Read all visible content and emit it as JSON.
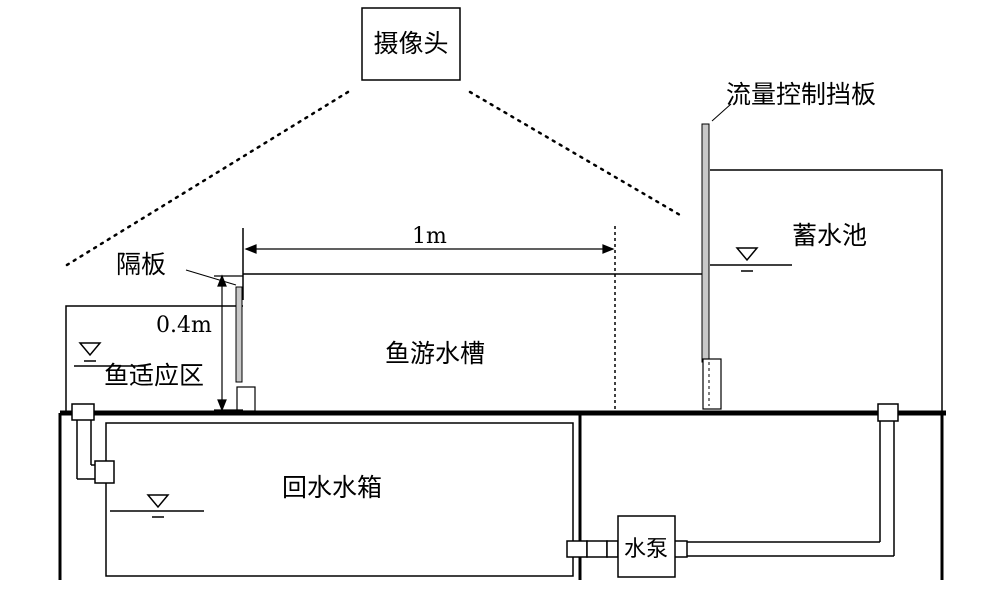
{
  "labels": {
    "camera": "摄像头",
    "flow_baffle": "流量控制挡板",
    "reservoir": "蓄水池",
    "partition": "隔板",
    "length": "1m",
    "height": "0.4m",
    "flume": "鱼游水槽",
    "acclimation_zone": "鱼适应区",
    "return_tank": "回水水箱",
    "pump": "水泵"
  },
  "colors": {
    "line": "#000000",
    "baffle_fill": "#c8c8c8",
    "background": "#ffffff"
  }
}
